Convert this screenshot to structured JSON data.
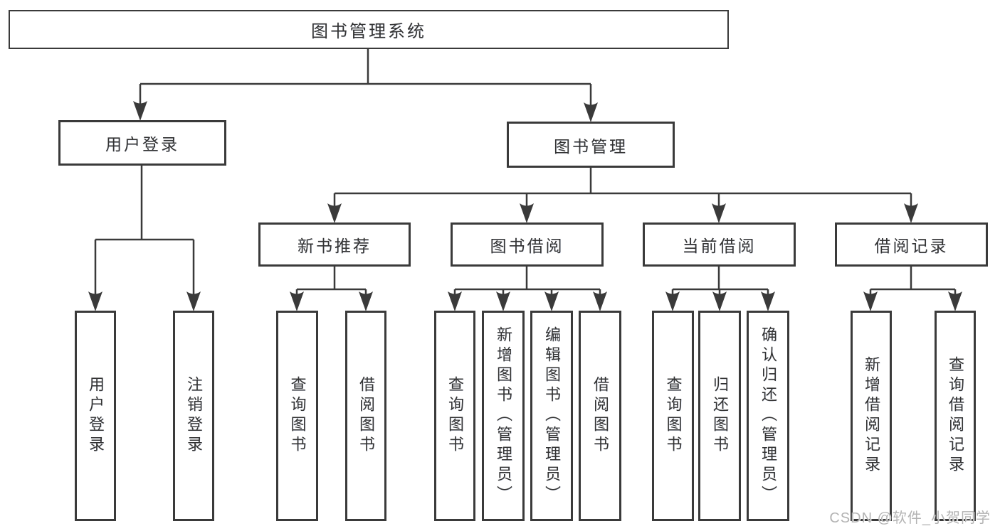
{
  "diagram": {
    "root": {
      "label": "图书管理系统"
    },
    "user_branch": {
      "label": "用户登录",
      "children": [
        {
          "label": "用户登录"
        },
        {
          "label": "注销登录"
        }
      ]
    },
    "book_branch": {
      "label": "图书管理",
      "groups": [
        {
          "label": "新书推荐",
          "children": [
            {
              "label": "查询图书"
            },
            {
              "label": "借阅图书"
            }
          ]
        },
        {
          "label": "图书借阅",
          "children": [
            {
              "label": "查询图书"
            },
            {
              "label": "新增图书（管理员）"
            },
            {
              "label": "编辑图书（管理员）"
            },
            {
              "label": "借阅图书"
            }
          ]
        },
        {
          "label": "当前借阅",
          "children": [
            {
              "label": "查询图书"
            },
            {
              "label": "归还图书"
            },
            {
              "label": "确认归还（管理员）"
            }
          ]
        },
        {
          "label": "借阅记录",
          "children": [
            {
              "label": "新增借阅记录"
            },
            {
              "label": "查询借阅记录"
            }
          ]
        }
      ]
    }
  },
  "watermark": {
    "label": "CSDN @软件_小贺同学"
  },
  "colors": {
    "line": "#3a3a3a",
    "node_border": "#3a3a3a",
    "node_text": "#333333",
    "watermark_text": "#b3b3b3",
    "background": "#ffffff"
  }
}
